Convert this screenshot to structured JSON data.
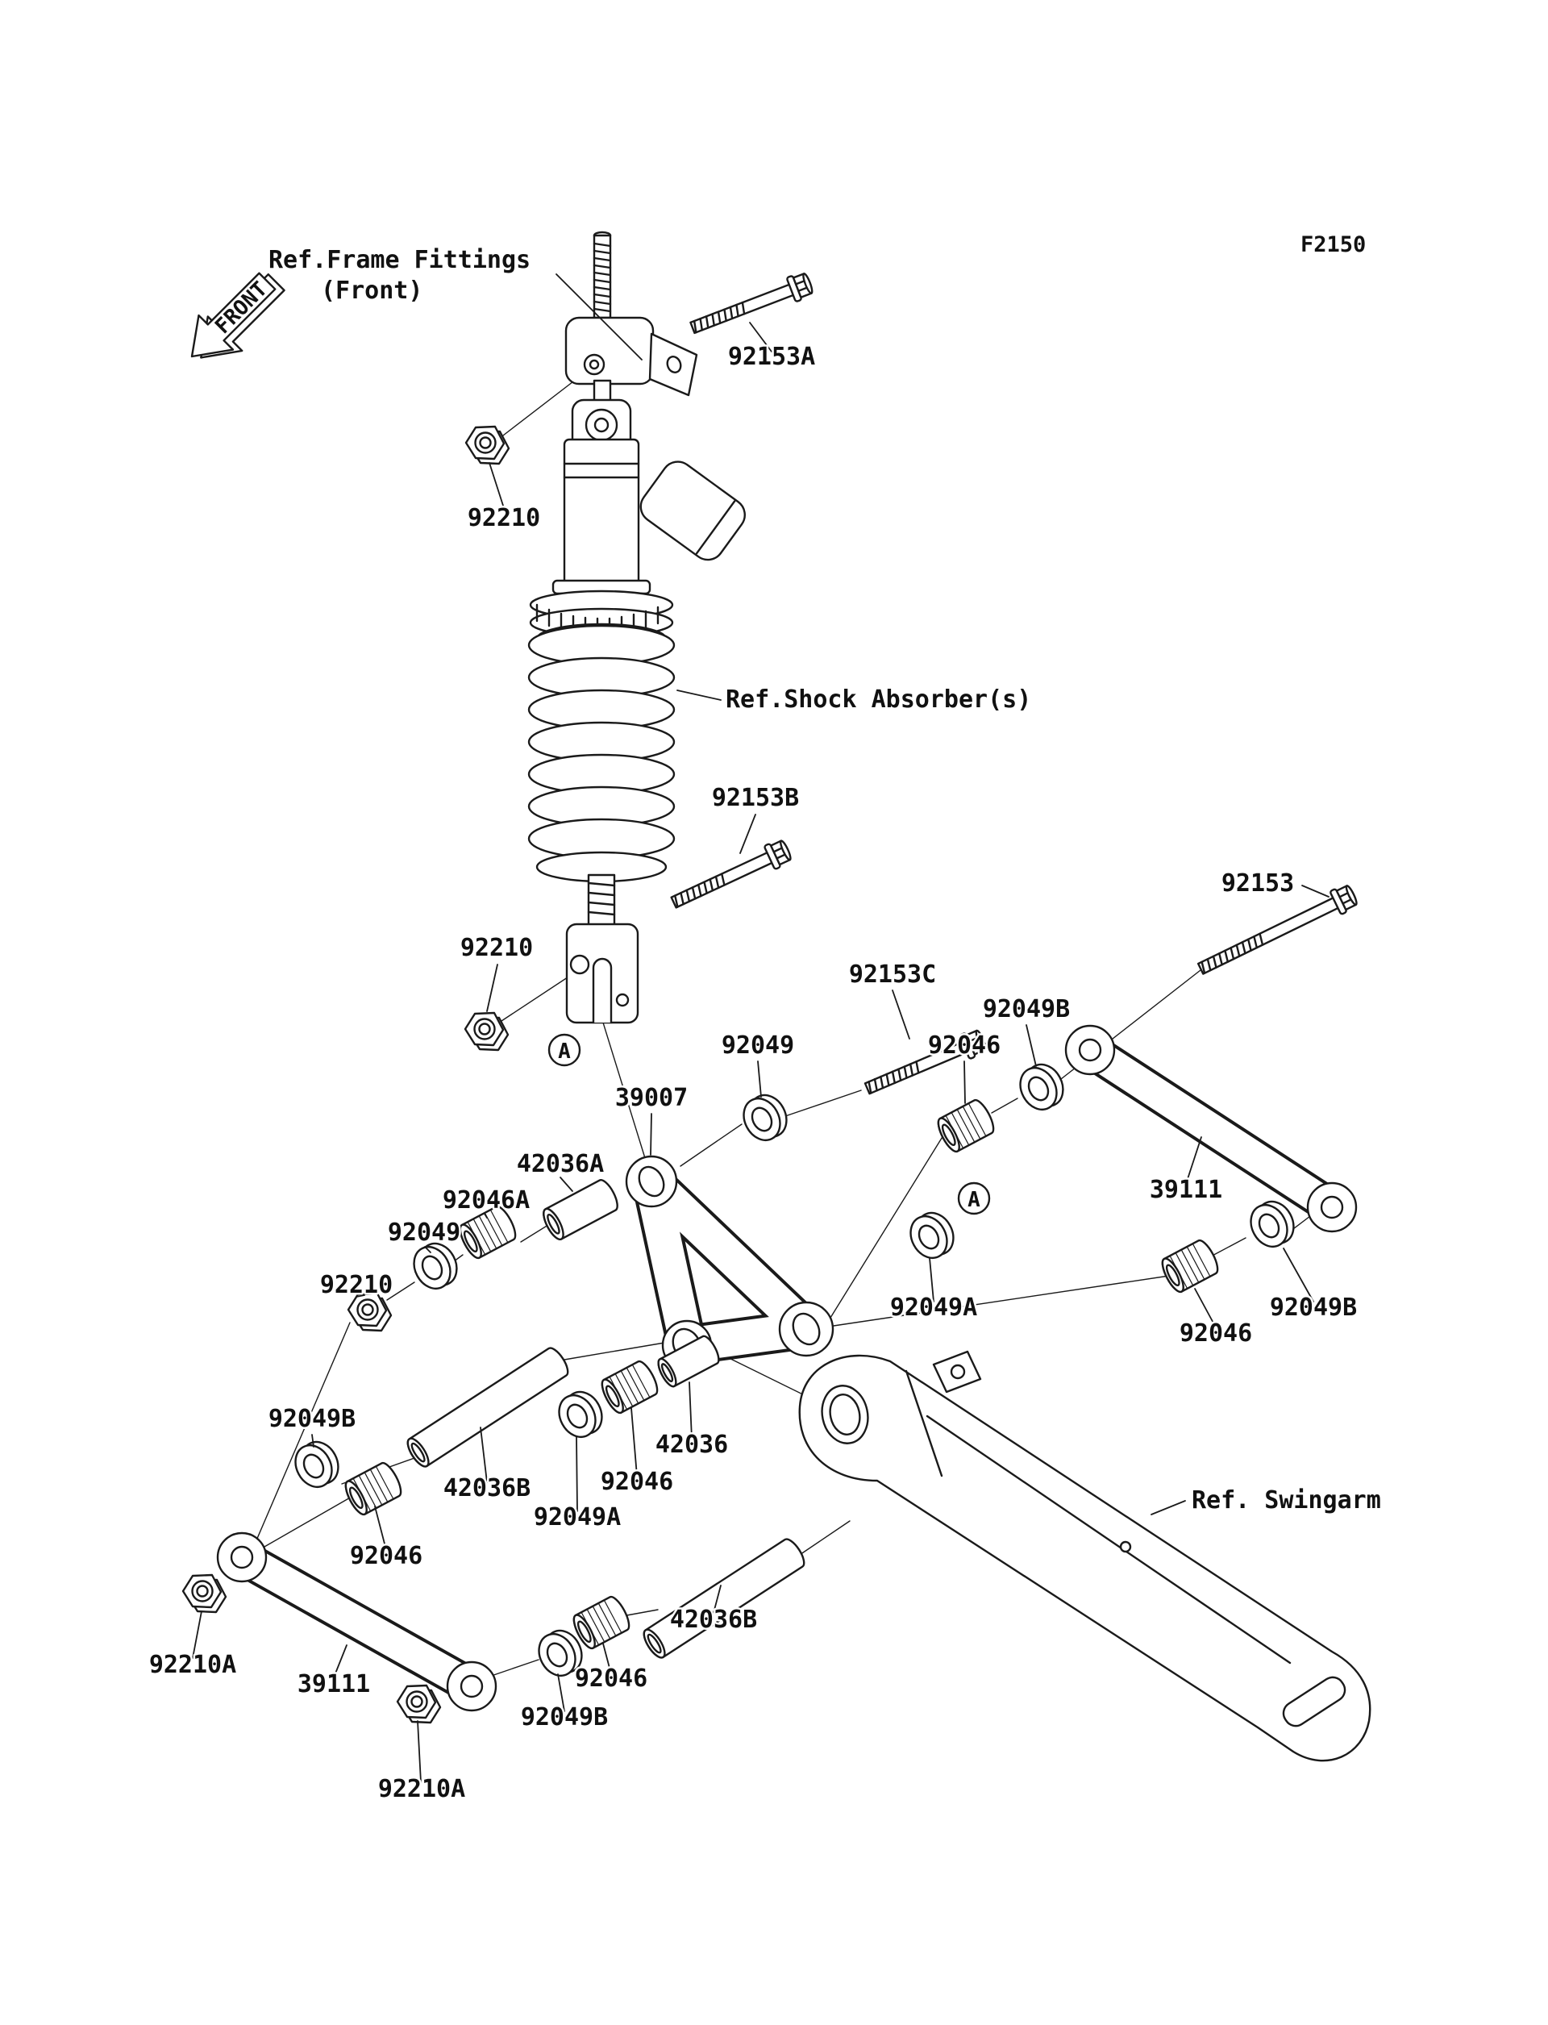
{
  "figure": {
    "code": "F2150",
    "front_marker": "FRONT",
    "view_marker": "A"
  },
  "references": {
    "frame_fittings_line1": "Ref.Frame Fittings",
    "frame_fittings_line2": "(Front)",
    "shock_absorber": "Ref.Shock Absorber(s)",
    "swingarm": "Ref. Swingarm"
  },
  "parts": {
    "p39007": "39007",
    "p39111": "39111",
    "p42036": "42036",
    "p42036A": "42036A",
    "p42036B": "42036B",
    "p92046": "92046",
    "p92046A": "92046A",
    "p92049": "92049",
    "p92049A": "92049A",
    "p92049B": "92049B",
    "p92153": "92153",
    "p92153A": "92153A",
    "p92153B": "92153B",
    "p92153C": "92153C",
    "p92210": "92210",
    "p92210A": "92210A"
  },
  "colors": {
    "background": "#ffffff",
    "line": "#1a1a1a",
    "text": "#111111"
  }
}
